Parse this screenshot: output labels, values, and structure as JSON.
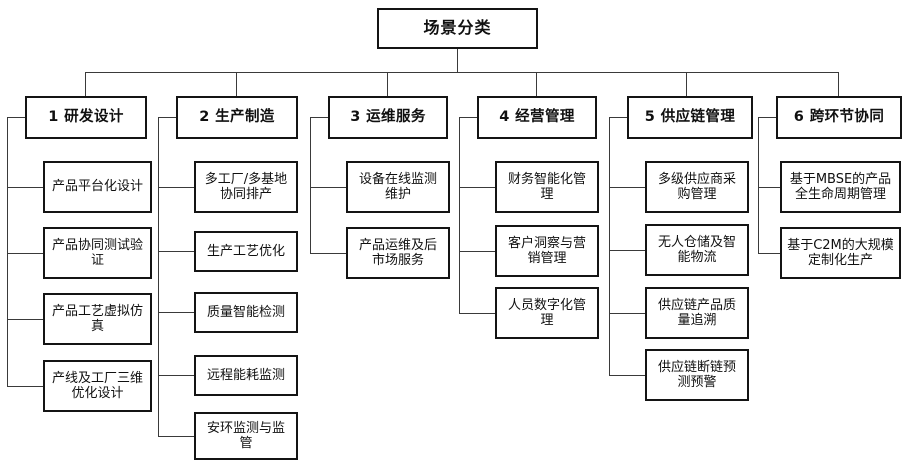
{
  "diagram": {
    "type": "tree",
    "title": "场景分类",
    "root": {
      "label": "场景分类"
    },
    "branches": [
      {
        "id": "branch-1",
        "label": "1 研发设计",
        "children": [
          {
            "label": "产品平台化设计"
          },
          {
            "label": "产品协同测试验证"
          },
          {
            "label": "产品工艺虚拟仿真"
          },
          {
            "label": "产线及工厂三维优化设计"
          }
        ]
      },
      {
        "id": "branch-2",
        "label": "2 生产制造",
        "children": [
          {
            "label": "多工厂/多基地协同排产"
          },
          {
            "label": "生产工艺优化"
          },
          {
            "label": "质量智能检测"
          },
          {
            "label": "远程能耗监测"
          },
          {
            "label": "安环监测与监管"
          }
        ]
      },
      {
        "id": "branch-3",
        "label": "3 运维服务",
        "children": [
          {
            "label": "设备在线监测维护"
          },
          {
            "label": "产品运维及后市场服务"
          }
        ]
      },
      {
        "id": "branch-4",
        "label": "4 经营管理",
        "children": [
          {
            "label": "财务智能化管理"
          },
          {
            "label": "客户洞察与营销管理"
          },
          {
            "label": "人员数字化管理"
          }
        ]
      },
      {
        "id": "branch-5",
        "label": "5 供应链管理",
        "children": [
          {
            "label": "多级供应商采购管理"
          },
          {
            "label": "无人仓储及智能物流"
          },
          {
            "label": "供应链产品质量追溯"
          },
          {
            "label": "供应链断链预测预警"
          }
        ]
      },
      {
        "id": "branch-6",
        "label": "6 跨环节协同",
        "children": [
          {
            "label": "基于MBSE的产品全生命周期管理"
          },
          {
            "label": "基于C2M的大规模定制化生产"
          }
        ]
      }
    ],
    "colors": {
      "box_border": "#141414",
      "connector": "#3a3a3a",
      "background": "#ffffff",
      "text": "#101010"
    }
  }
}
